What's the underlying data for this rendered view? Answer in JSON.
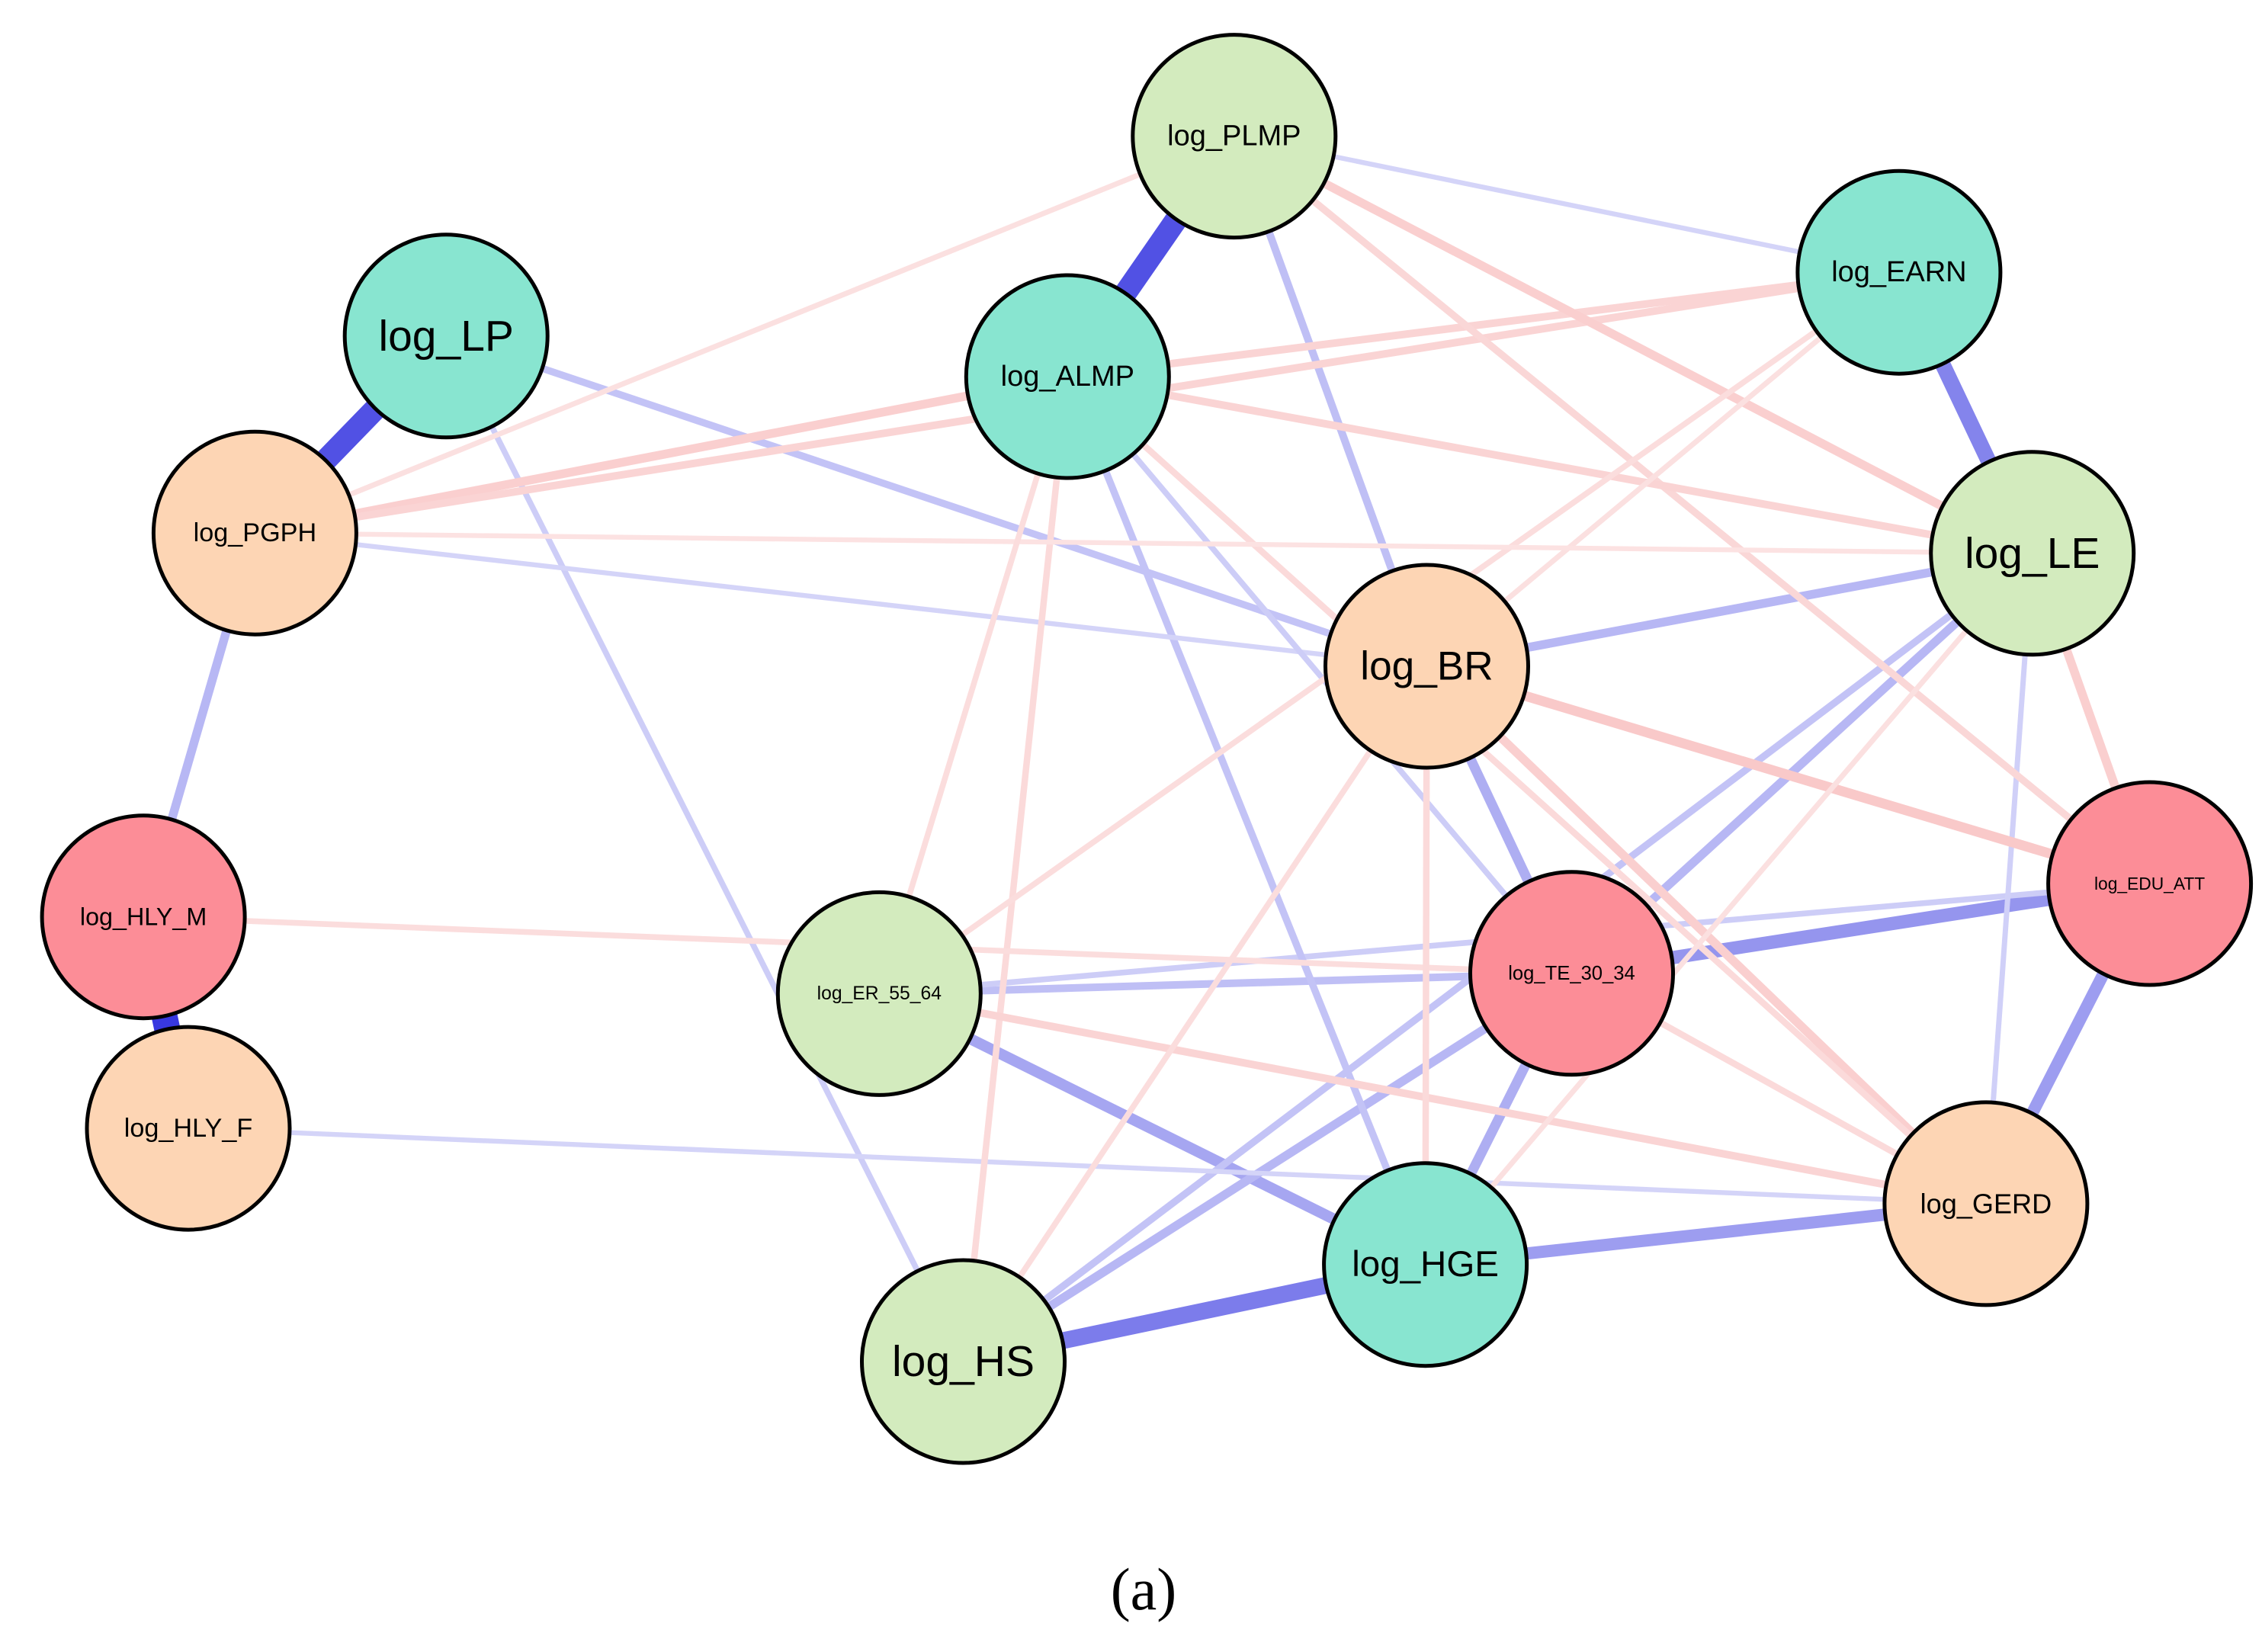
{
  "caption": "(a)",
  "colors": {
    "group_teal": "#88E5D0",
    "group_green": "#D3EBBE",
    "group_peach": "#FDD5B4",
    "group_red": "#FC8D97",
    "positive_edge": "#3838E0",
    "negative_edge": "#F07A7A"
  },
  "nodes": [
    {
      "id": "log_PLMP",
      "label": "log_PLMP",
      "group": "group_green"
    },
    {
      "id": "log_ALMP",
      "label": "log_ALMP",
      "group": "group_teal"
    },
    {
      "id": "log_EARN",
      "label": "log_EARN",
      "group": "group_teal"
    },
    {
      "id": "log_LP",
      "label": "log_LP",
      "group": "group_teal"
    },
    {
      "id": "log_PGPH",
      "label": "log_PGPH",
      "group": "group_peach"
    },
    {
      "id": "log_LE",
      "label": "log_LE",
      "group": "group_green"
    },
    {
      "id": "log_BR",
      "label": "log_BR",
      "group": "group_peach"
    },
    {
      "id": "log_HLY_M",
      "label": "log_HLY_M",
      "group": "group_red"
    },
    {
      "id": "log_EDU_ATT",
      "label": "log_EDU_ATT",
      "group": "group_red"
    },
    {
      "id": "log_ER_55_64",
      "label": "log_ER_55_64",
      "group": "group_green"
    },
    {
      "id": "log_TE_30_34",
      "label": "log_TE_30_34",
      "group": "group_red"
    },
    {
      "id": "log_HLY_F",
      "label": "log_HLY_F",
      "group": "group_peach"
    },
    {
      "id": "log_GERD",
      "label": "log_GERD",
      "group": "group_peach"
    },
    {
      "id": "log_HGE",
      "label": "log_HGE",
      "group": "group_teal"
    },
    {
      "id": "log_HS",
      "label": "log_HS",
      "group": "group_green"
    }
  ],
  "edges": [
    {
      "from": "log_PLMP",
      "to": "log_ALMP",
      "sign": "positive",
      "weight": 0.85
    },
    {
      "from": "log_LP",
      "to": "log_PGPH",
      "sign": "positive",
      "weight": 0.85
    },
    {
      "from": "log_HLY_M",
      "to": "log_HLY_F",
      "sign": "positive",
      "weight": 1.0
    },
    {
      "from": "log_EARN",
      "to": "log_LE",
      "sign": "positive",
      "weight": 0.55
    },
    {
      "from": "log_HS",
      "to": "log_HGE",
      "sign": "positive",
      "weight": 0.6
    },
    {
      "from": "log_TE_30_34",
      "to": "log_EDU_ATT",
      "sign": "positive",
      "weight": 0.45
    },
    {
      "from": "log_HGE",
      "to": "log_GERD",
      "sign": "positive",
      "weight": 0.4
    },
    {
      "from": "log_EDU_ATT",
      "to": "log_GERD",
      "sign": "positive",
      "weight": 0.4
    },
    {
      "from": "log_ER_55_64",
      "to": "log_HGE",
      "sign": "positive",
      "weight": 0.35
    },
    {
      "from": "log_LE",
      "to": "log_TE_30_34",
      "sign": "positive",
      "weight": 0.25
    },
    {
      "from": "log_BR",
      "to": "log_LE",
      "sign": "positive",
      "weight": 0.25
    },
    {
      "from": "log_PGPH",
      "to": "log_HLY_M",
      "sign": "positive",
      "weight": 0.25
    },
    {
      "from": "log_TE_30_34",
      "to": "log_HS",
      "sign": "positive",
      "weight": 0.25
    },
    {
      "from": "log_TE_30_34",
      "to": "log_HGE",
      "sign": "positive",
      "weight": 0.3
    },
    {
      "from": "log_BR",
      "to": "log_TE_30_34",
      "sign": "positive",
      "weight": 0.3
    },
    {
      "from": "log_ER_55_64",
      "to": "log_TE_30_34",
      "sign": "positive",
      "weight": 0.2
    },
    {
      "from": "log_ER_55_64",
      "to": "log_EDU_ATT",
      "sign": "positive",
      "weight": 0.12
    },
    {
      "from": "log_LE",
      "to": "log_HS",
      "sign": "positive",
      "weight": 0.18
    },
    {
      "from": "log_PLMP",
      "to": "log_BR",
      "sign": "positive",
      "weight": 0.2
    },
    {
      "from": "log_ALMP",
      "to": "log_HGE",
      "sign": "positive",
      "weight": 0.18
    },
    {
      "from": "log_LP",
      "to": "log_HS",
      "sign": "positive",
      "weight": 0.12
    },
    {
      "from": "log_LP",
      "to": "log_BR",
      "sign": "positive",
      "weight": 0.18
    },
    {
      "from": "log_PGPH",
      "to": "log_BR",
      "sign": "positive",
      "weight": 0.08
    },
    {
      "from": "log_PLMP",
      "to": "log_EARN",
      "sign": "positive",
      "weight": 0.08
    },
    {
      "from": "log_LE",
      "to": "log_GERD",
      "sign": "positive",
      "weight": 0.1
    },
    {
      "from": "log_ALMP",
      "to": "log_TE_30_34",
      "sign": "positive",
      "weight": 0.12
    },
    {
      "from": "log_HLY_F",
      "to": "log_GERD",
      "sign": "positive",
      "weight": 0.08
    },
    {
      "from": "log_PGPH",
      "to": "log_ALMP",
      "sign": "negative",
      "weight": 0.25
    },
    {
      "from": "log_PGPH",
      "to": "log_EARN",
      "sign": "negative",
      "weight": 0.2
    },
    {
      "from": "log_ALMP",
      "to": "log_EARN",
      "sign": "negative",
      "weight": 0.2
    },
    {
      "from": "log_PLMP",
      "to": "log_LE",
      "sign": "negative",
      "weight": 0.25
    },
    {
      "from": "log_PLMP",
      "to": "log_EDU_ATT",
      "sign": "negative",
      "weight": 0.18
    },
    {
      "from": "log_ALMP",
      "to": "log_LE",
      "sign": "negative",
      "weight": 0.2
    },
    {
      "from": "log_BR",
      "to": "log_EDU_ATT",
      "sign": "negative",
      "weight": 0.3
    },
    {
      "from": "log_BR",
      "to": "log_GERD",
      "sign": "negative",
      "weight": 0.25
    },
    {
      "from": "log_LE",
      "to": "log_EDU_ATT",
      "sign": "negative",
      "weight": 0.25
    },
    {
      "from": "log_ALMP",
      "to": "log_GERD",
      "sign": "negative",
      "weight": 0.15
    },
    {
      "from": "log_ALMP",
      "to": "log_HS",
      "sign": "negative",
      "weight": 0.15
    },
    {
      "from": "log_ER_55_64",
      "to": "log_GERD",
      "sign": "negative",
      "weight": 0.2
    },
    {
      "from": "log_HLY_M",
      "to": "log_TE_30_34",
      "sign": "negative",
      "weight": 0.12
    },
    {
      "from": "log_BR",
      "to": "log_HS",
      "sign": "negative",
      "weight": 0.12
    },
    {
      "from": "log_TE_30_34",
      "to": "log_GERD",
      "sign": "negative",
      "weight": 0.15
    },
    {
      "from": "log_PLMP",
      "to": "log_PGPH",
      "sign": "negative",
      "weight": 0.1
    },
    {
      "from": "log_EARN",
      "to": "log_ER_55_64",
      "sign": "negative",
      "weight": 0.12
    },
    {
      "from": "log_LE",
      "to": "log_HGE",
      "sign": "negative",
      "weight": 0.1
    },
    {
      "from": "log_BR",
      "to": "log_HGE",
      "sign": "negative",
      "weight": 0.15
    },
    {
      "from": "log_EARN",
      "to": "log_BR",
      "sign": "negative",
      "weight": 0.1
    },
    {
      "from": "log_PGPH",
      "to": "log_LE",
      "sign": "negative",
      "weight": 0.08
    },
    {
      "from": "log_ALMP",
      "to": "log_ER_55_64",
      "sign": "negative",
      "weight": 0.12
    }
  ]
}
